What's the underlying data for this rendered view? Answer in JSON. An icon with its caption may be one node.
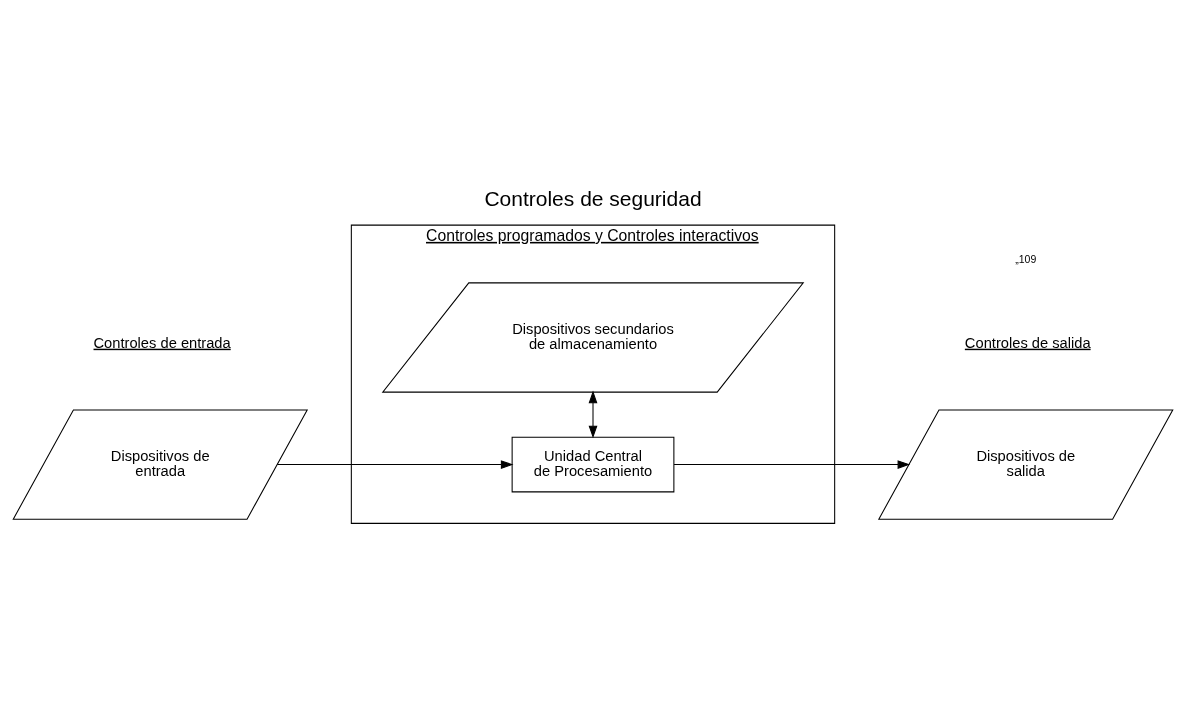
{
  "diagram": {
    "title": "Controles de seguridad",
    "nodes": [
      {
        "text": [
          "Controles programados y Controles interactivos"
        ]
      },
      {
        "text": [
          "Dispositivos de entrada"
        ]
      },
      {
        "text": [
          "Unidad Central de Procesamiento"
        ],
        "in": 0
      },
      {
        "text": [
          "Dispositivos secundarios de almacenamiento"
        ],
        "in": 0
      },
      {
        "text": [
          "Dispositivos de salida"
        ]
      }
    ],
    "edges": [
      {
        "from": 1,
        "to": 2,
        "arrow": "to"
      },
      {
        "from": 2,
        "to": 4,
        "arrow": "to"
      },
      {
        "from": 2,
        "to": 3,
        "arrow": "both"
      }
    ],
    "labels": [
      "Controles de entrada",
      "Controles de salida",
      "„109"
    ]
  }
}
